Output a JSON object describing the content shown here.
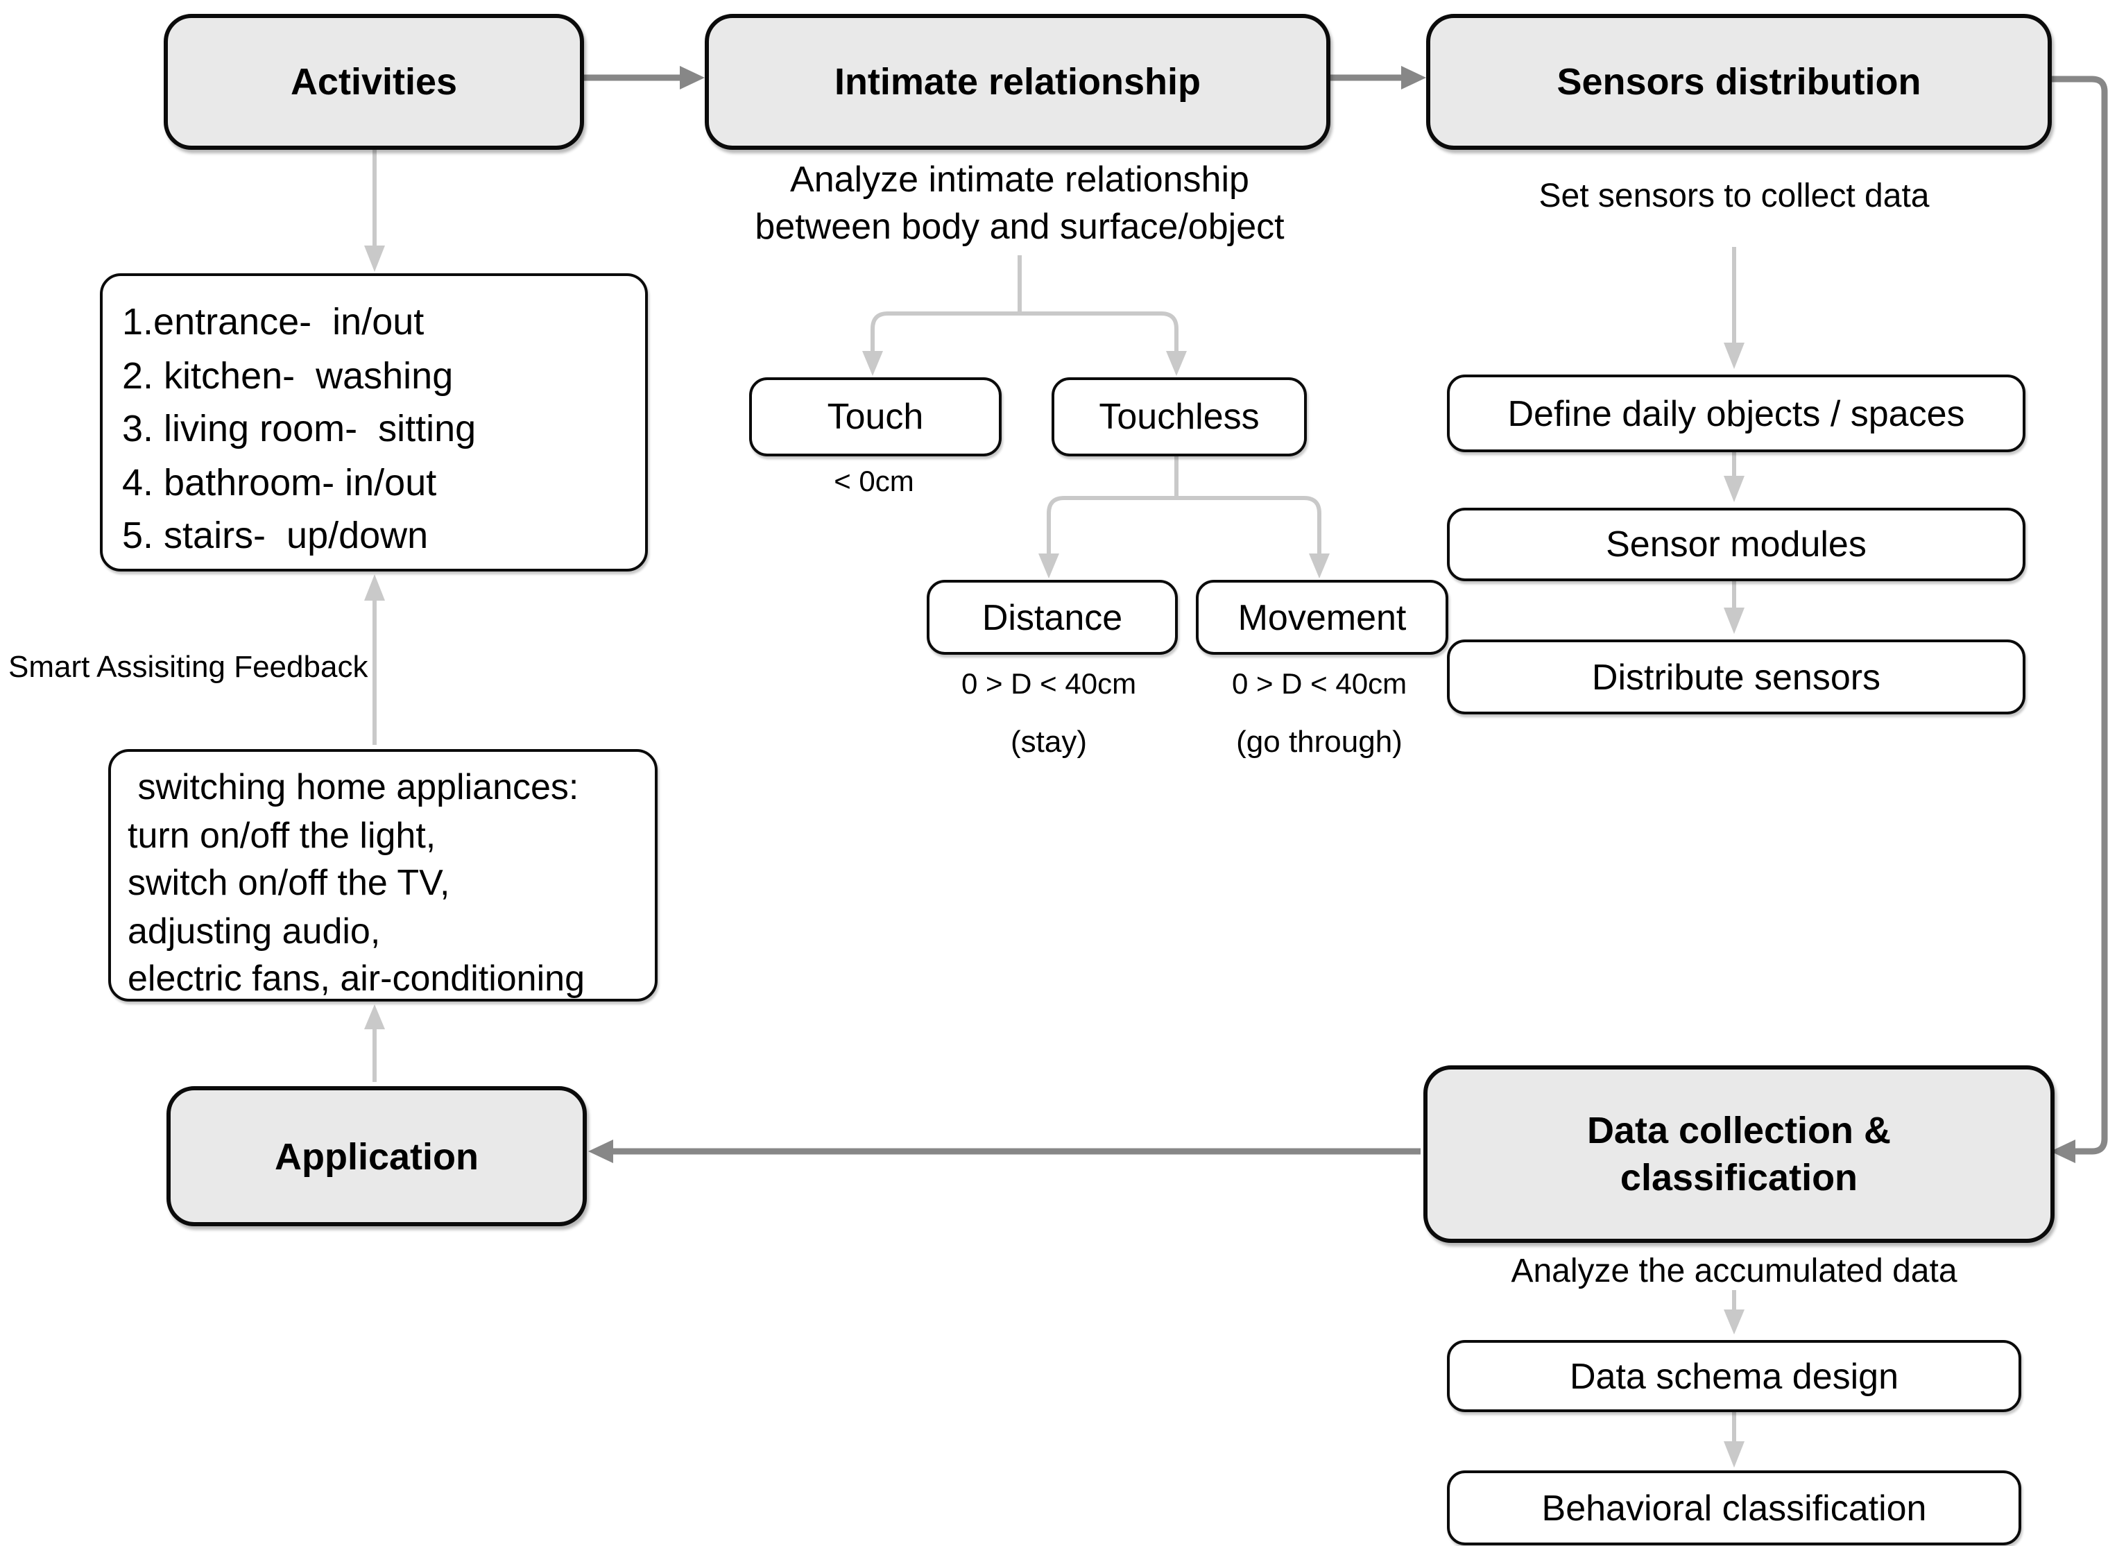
{
  "colors": {
    "stage_fill": "#e9e9e9",
    "box_border": "#0b0b0b",
    "arrow_dark": "#878787",
    "arrow_light": "#c9c9c9"
  },
  "stages": {
    "activities": {
      "label": "Activities"
    },
    "intimate_relationship": {
      "label": "Intimate relationship",
      "note": "Analyze intimate relationship\nbetween body and surface/object"
    },
    "sensors_distribution": {
      "label": "Sensors distribution",
      "note": "Set sensors to collect data"
    },
    "application": {
      "label": "Application"
    },
    "data_collection": {
      "label": "Data collection &\nclassification",
      "note": "Analyze the accumulated data"
    }
  },
  "activities_detail": {
    "items": [
      "1.entrance-  in/out",
      "2. kitchen-  washing",
      "3. living room-  sitting",
      "4. bathroom- in/out",
      "5. stairs-  up/down"
    ]
  },
  "feedback_label": "Smart Assisiting Feedback",
  "appliances_detail": {
    "lines": [
      " switching home appliances:",
      "turn on/off the light,",
      "switch on/off the TV,",
      "adjusting audio,",
      "electric fans, air-conditioning"
    ]
  },
  "intimate_branch": {
    "touch": {
      "label": "Touch",
      "note": "< 0cm"
    },
    "touchless": {
      "label": "Touchless"
    },
    "distance": {
      "label": "Distance",
      "range": "0 > D < 40cm",
      "mode": "(stay)"
    },
    "movement": {
      "label": "Movement",
      "range": "0 > D < 40cm",
      "mode": "(go through)"
    }
  },
  "sensors_steps": [
    "Define daily objects / spaces",
    "Sensor modules",
    "Distribute sensors"
  ],
  "data_steps": [
    "Data schema design",
    "Behavioral classification"
  ]
}
